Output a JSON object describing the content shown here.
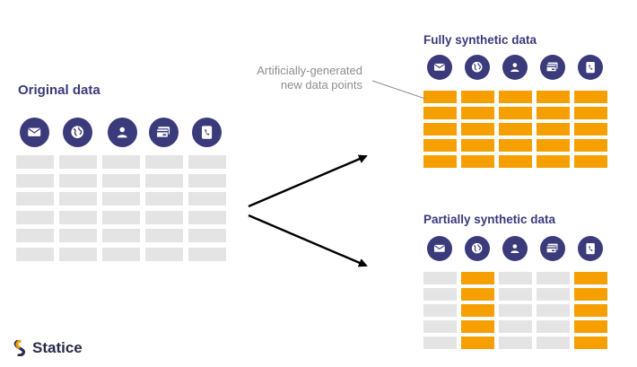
{
  "original": {
    "title": "Original data"
  },
  "fully_synthetic": {
    "title": "Fully synthetic data"
  },
  "partially_synthetic": {
    "title": "Partially synthetic data"
  },
  "annotation": {
    "line1": "Artificially-generated",
    "line2": "new data points"
  },
  "logo": {
    "text": "Statice"
  },
  "icons": [
    "mail-icon",
    "globe-icon",
    "person-icon",
    "credit-card-icon",
    "phone-icon"
  ],
  "colors": {
    "icon_bg": "#3b3a7a",
    "real_cell": "#e4e4e4",
    "synthetic_cell": "#f5a000",
    "annotation_text": "#8e8e8e"
  },
  "grids": {
    "original": {
      "rows": 6,
      "columns": [
        "real",
        "real",
        "real",
        "real",
        "real"
      ]
    },
    "fully_synthetic": {
      "rows": 5,
      "columns": [
        "synthetic",
        "synthetic",
        "synthetic",
        "synthetic",
        "synthetic"
      ]
    },
    "partially_synthetic": {
      "rows": 5,
      "columns": [
        "real",
        "synthetic",
        "real",
        "real",
        "synthetic"
      ]
    }
  }
}
